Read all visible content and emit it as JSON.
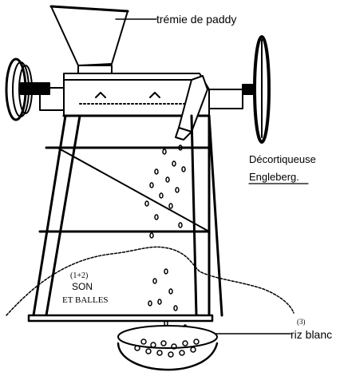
{
  "labels": {
    "hopper": "trémie de paddy",
    "machine_name_line1": "Décortiqueuse",
    "machine_name_line2": "Engleberg.",
    "waste_number": "(1+2)",
    "waste_line1": "SON",
    "waste_line2": "ET BALLES",
    "rice_number": "(3)",
    "rice": "riz blanc"
  },
  "colors": {
    "ink": "#000000",
    "paper": "#ffffff"
  }
}
